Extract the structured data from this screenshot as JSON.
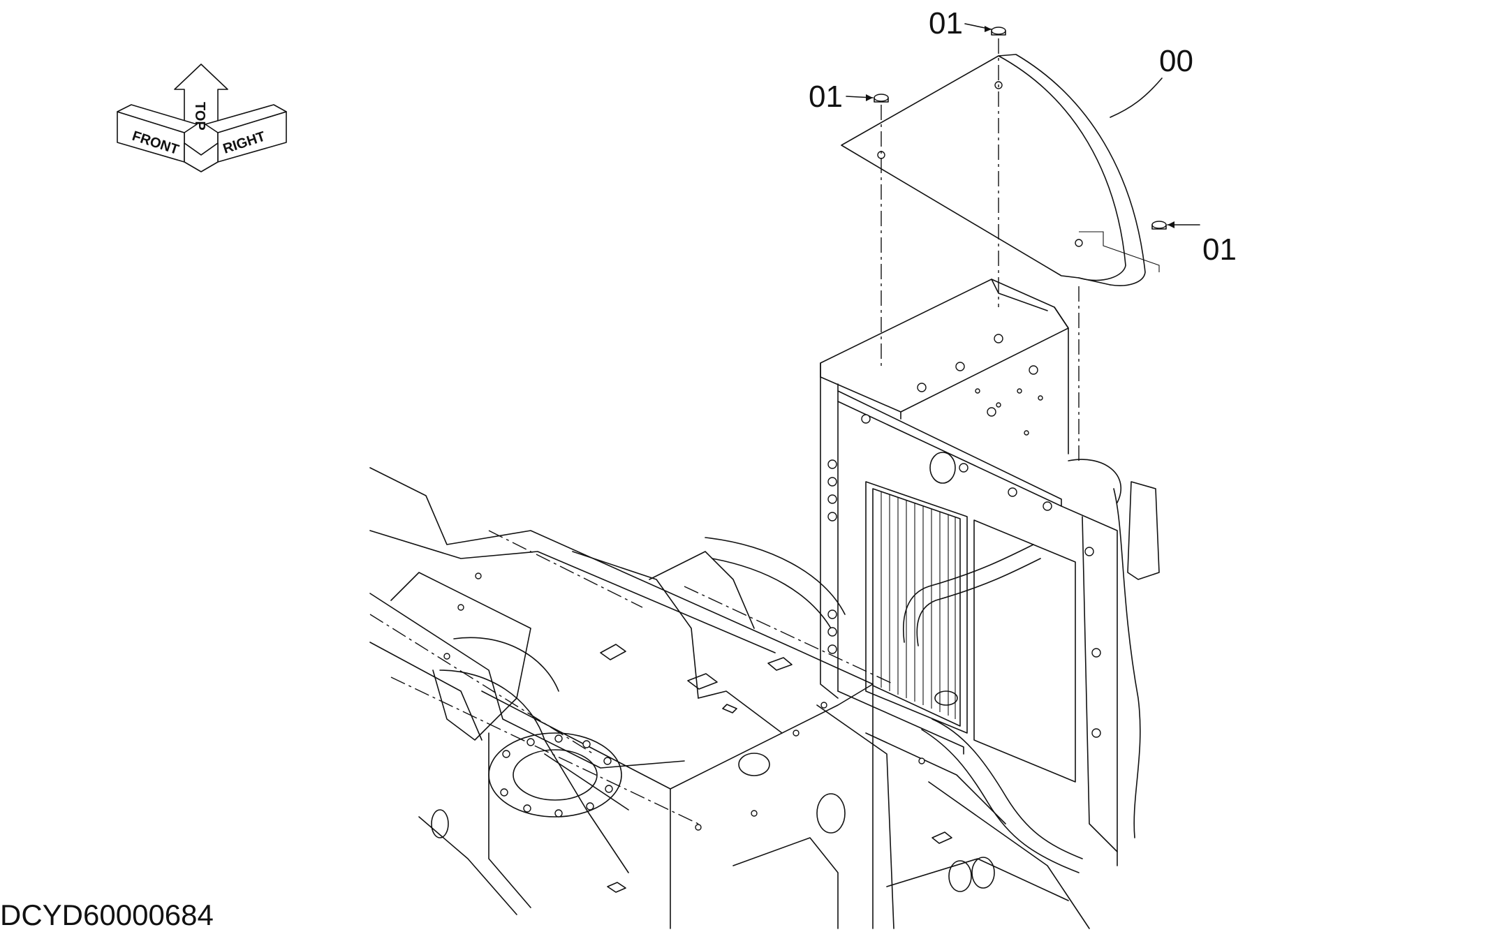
{
  "orientation": {
    "labels": [
      "FRONT",
      "TOP",
      "RIGHT"
    ]
  },
  "callouts": {
    "cover_part": "00",
    "bolt_top": "01",
    "bolt_left": "01",
    "bolt_right": "01"
  },
  "drawing_id": "DCYD60000684"
}
